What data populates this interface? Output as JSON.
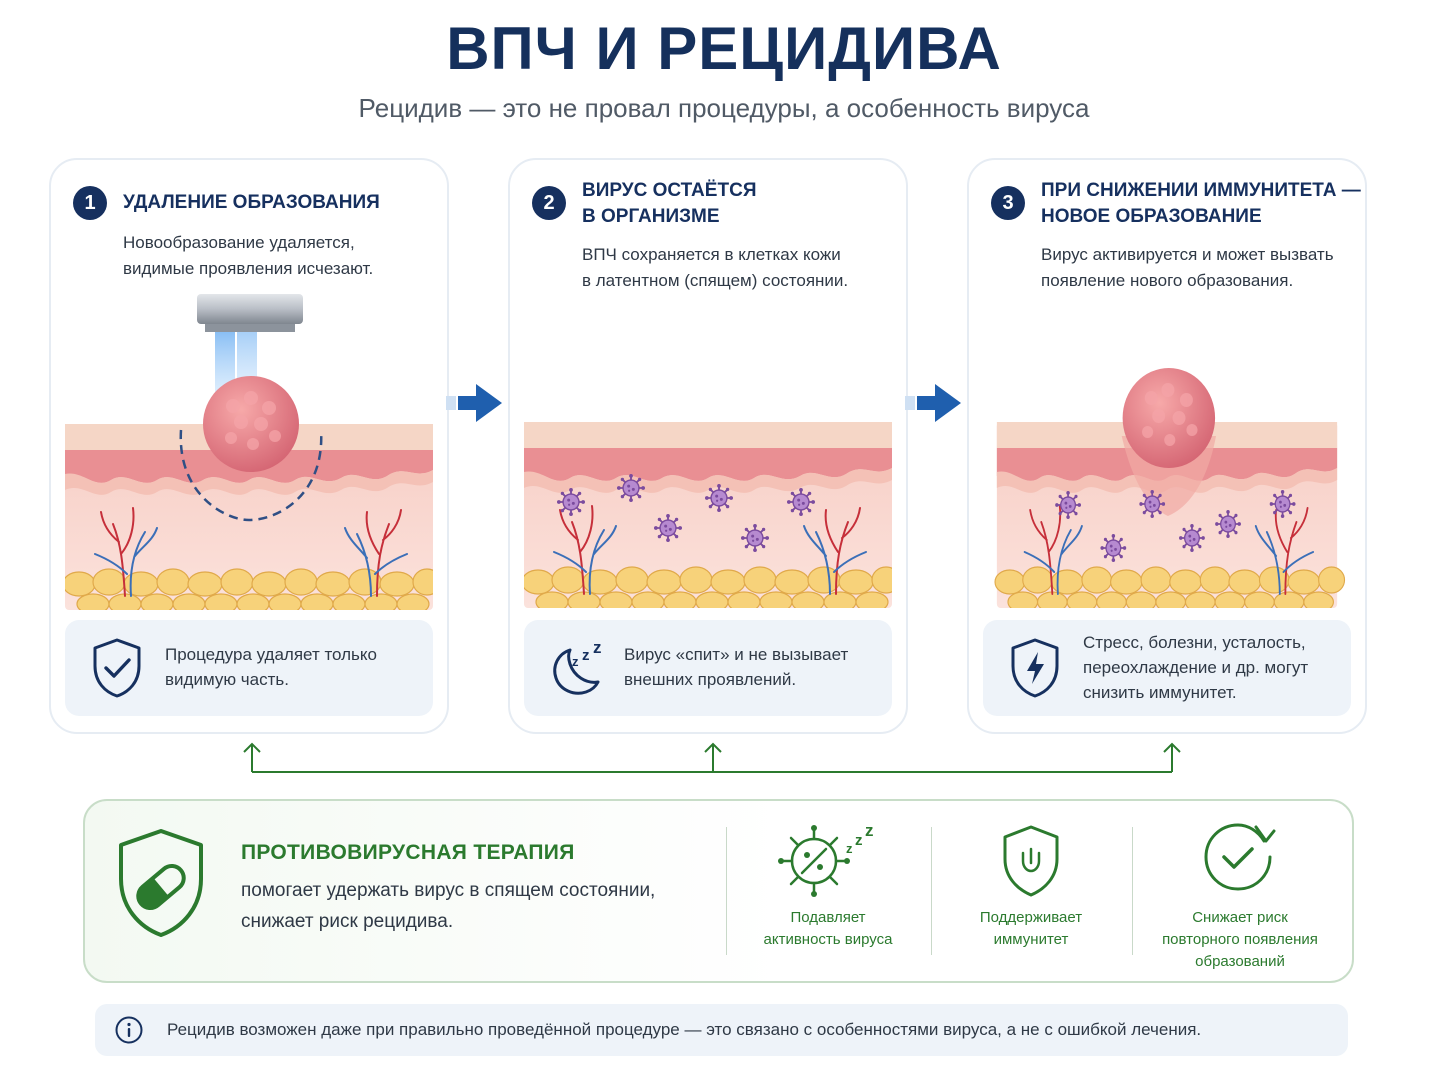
{
  "header": {
    "title": "ВПЧ И РЕЦИДИВА",
    "subtitle": "Рецидив — это не провал процедуры, а особенность вируса"
  },
  "steps": [
    {
      "number": "1",
      "title": "УДАЛЕНИЕ ОБРАЗОВАНИЯ",
      "description": "Новообразование удаляется,\nвидимые проявления исчезают.",
      "note": "Процедура удаляет только\nвидимую часть.",
      "note_icon": "shield-check-icon"
    },
    {
      "number": "2",
      "title": "ВИРУС ОСТАЁТСЯ\nВ ОРГАНИЗМЕ",
      "description": "ВПЧ сохраняется в клетках кожи\nв латентном (спящем) состоянии.",
      "note": "Вирус «спит» и не вызывает\nвнешних проявлений.",
      "note_icon": "moon-sleep-icon"
    },
    {
      "number": "3",
      "title": "ПРИ СНИЖЕНИИ ИММУНИТЕТА —\nНОВОЕ ОБРАЗОВАНИЕ",
      "description": "Вирус активируется и может вызвать\nпоявление нового образования.",
      "note": "Стресс, болезни, усталость,\nпереохлаждение и др. могут\nснизить иммунитет.",
      "note_icon": "shield-lightning-icon"
    }
  ],
  "therapy": {
    "title": "ПРОТИВОВИРУСНАЯ ТЕРАПИЯ",
    "description": "помогает удержать вирус в спящем состоянии,\nснижает риск рецидива.",
    "features": [
      {
        "label": "Подавляет\nактивность вируса",
        "icon": "virus-sleep-icon"
      },
      {
        "label": "Поддерживает\nиммунитет",
        "icon": "shield-immunity-icon"
      },
      {
        "label": "Снижает риск\nповторного появления\nобразований",
        "icon": "check-cycle-icon"
      }
    ]
  },
  "footer": {
    "info": "Рецидив возможен даже при правильно проведённой процедуре — это связано с особенностями вируса, а не с ошибкой лечения."
  },
  "colors": {
    "navy": "#16305f",
    "green": "#2b7a2e",
    "arrow_blue": "#1f5fae",
    "virus": "#8a5aa8",
    "skin": "#f3b9ae"
  }
}
